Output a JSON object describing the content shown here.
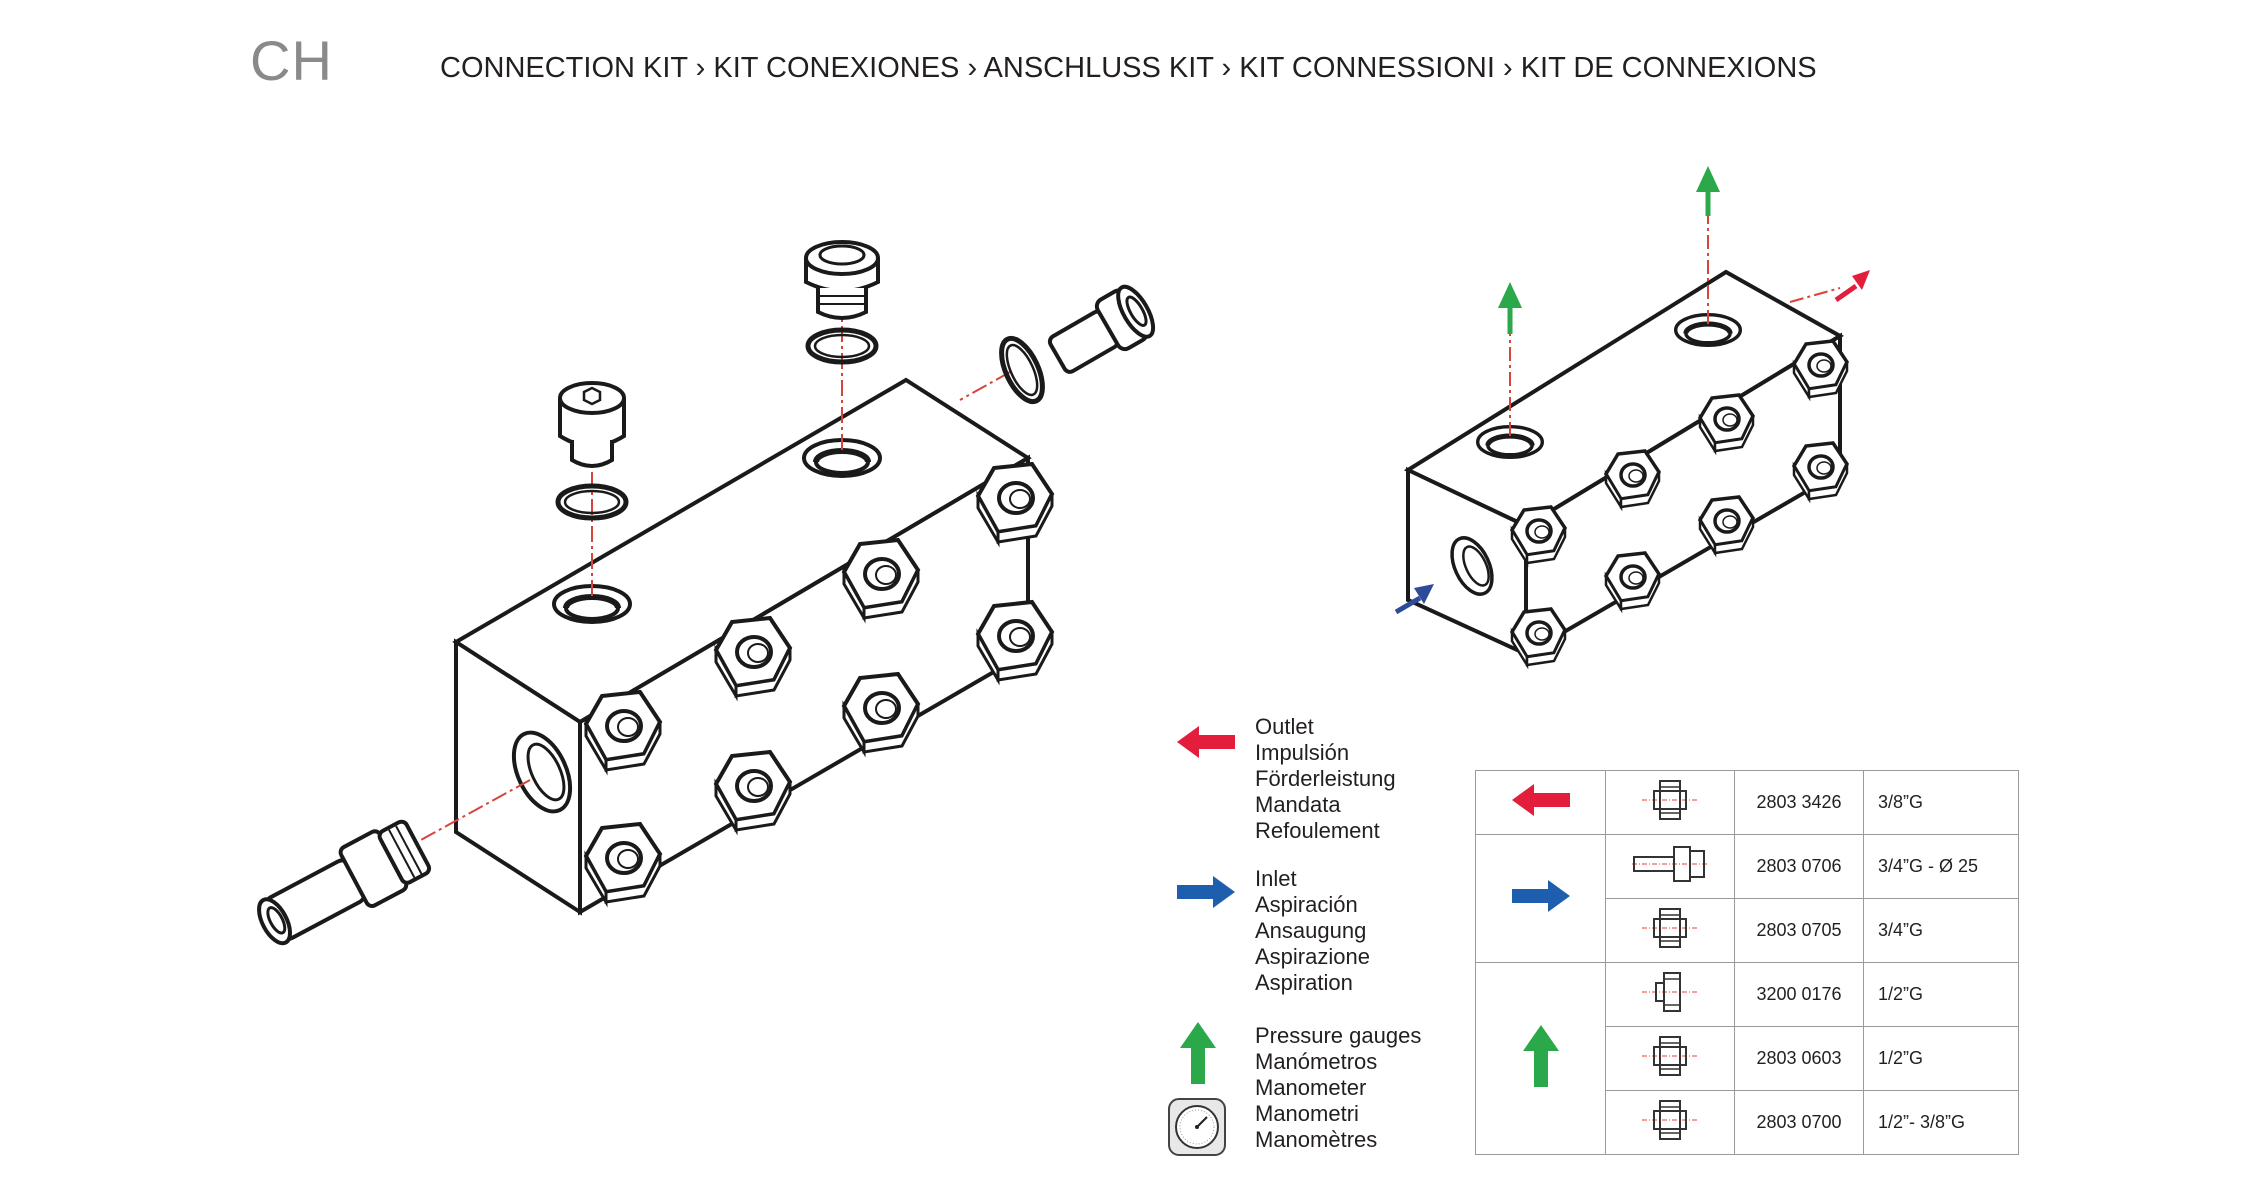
{
  "header": {
    "code": "CH",
    "title": "CONNECTION KIT › KIT CONEXIONES › ANSCHLUSS KIT › KIT CONNESSIONI › KIT DE CONNEXIONS"
  },
  "colors": {
    "outlet": "#e31e3d",
    "inlet": "#1d5fae",
    "gauge": "#2aa84a",
    "line": "#1a1a1a",
    "axis": "#d8443c"
  },
  "legend": {
    "outlet": {
      "icon": "red-arrow-left-icon",
      "lines": [
        "Outlet",
        "Impulsión",
        "Förderleistung",
        "Mandata",
        "Refoulement"
      ]
    },
    "inlet": {
      "icon": "blue-arrow-right-icon",
      "lines": [
        "Inlet",
        "Aspiración",
        "Ansaugung",
        "Aspirazione",
        "Aspiration"
      ]
    },
    "gauges": {
      "icon": "green-arrow-up-icon",
      "lines": [
        "Pressure gauges",
        "Manómetros",
        "Manometer",
        "Manometri",
        "Manomètres"
      ]
    }
  },
  "table": {
    "rows": [
      {
        "group": "outlet",
        "code": "2803 3426",
        "size": "3/8”G",
        "icon": "fitting-icon"
      },
      {
        "group": "inlet",
        "code": "2803 0706",
        "size": "3/4”G - Ø 25",
        "icon": "hose-tail-fitting-icon"
      },
      {
        "group": "inlet",
        "code": "2803 0705",
        "size": "3/4”G",
        "icon": "fitting-icon"
      },
      {
        "group": "gauge",
        "code": "3200 0176",
        "size": "1/2”G",
        "icon": "plug-icon"
      },
      {
        "group": "gauge",
        "code": "2803 0603",
        "size": "1/2”G",
        "icon": "fitting-icon"
      },
      {
        "group": "gauge",
        "code": "2803 0700",
        "size": "1/2”- 3/8”G",
        "icon": "fitting-icon"
      }
    ]
  }
}
